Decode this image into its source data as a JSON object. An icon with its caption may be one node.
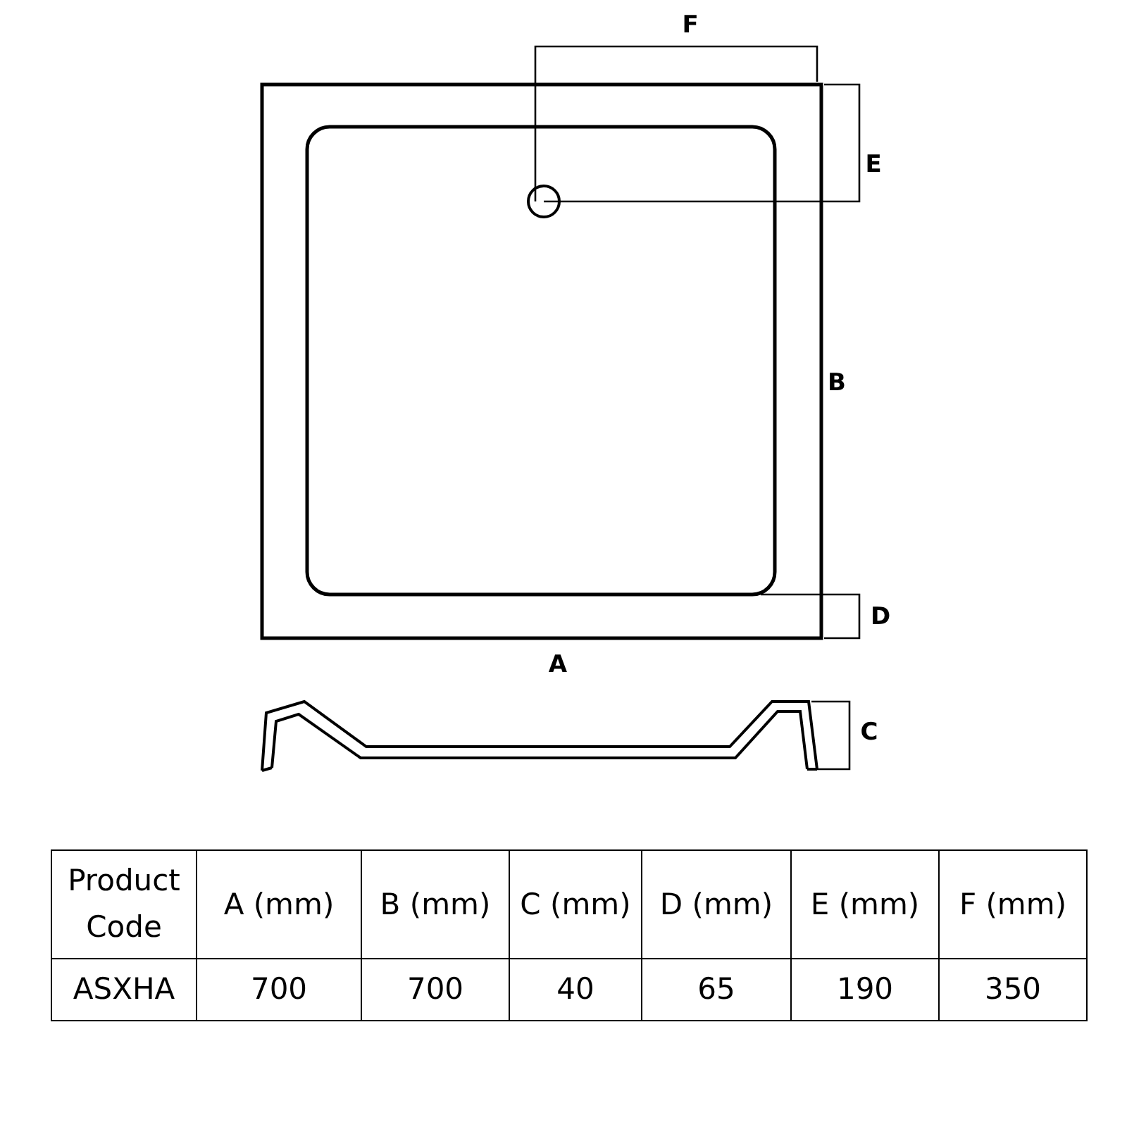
{
  "diagram": {
    "labels": [
      "F",
      "E",
      "B",
      "D",
      "A",
      "C",
      "Product Code",
      "A (mm)",
      "B (mm)",
      "C (mm)",
      "D (mm)",
      "E (mm)",
      "F (mm)",
      "ASXHA",
      "700",
      "700",
      "40",
      "65",
      "190",
      "350"
    ]
  }
}
